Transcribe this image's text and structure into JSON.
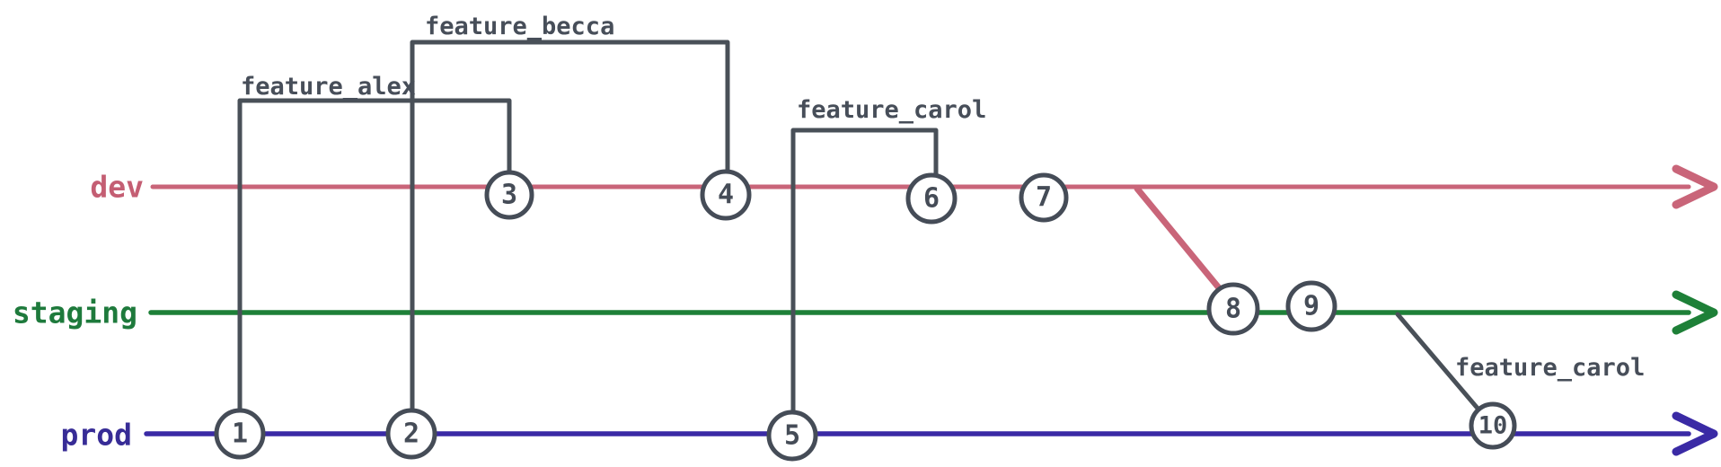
{
  "diagram": {
    "type": "git-branch-graph",
    "background": "#ffffff",
    "connector_color": "#495058",
    "branches": [
      {
        "name": "dev",
        "label_color": "#c45e73",
        "line_color": "#c96579"
      },
      {
        "name": "staging",
        "label_color": "#1e7a3c",
        "line_color": "#1e8038"
      },
      {
        "name": "prod",
        "label_color": "#372c96",
        "line_color": "#3a2aa5"
      }
    ],
    "feature_labels": [
      {
        "label": "feature_alex",
        "from_commit": "1",
        "to_commit": "3"
      },
      {
        "label": "feature_becca",
        "from_commit": "2",
        "to_commit": "4"
      },
      {
        "label": "feature_carol",
        "from_commit": "5",
        "to_commit": "6"
      },
      {
        "label": "feature_carol",
        "from_branch": "staging",
        "to_commit": "10"
      }
    ],
    "merges": [
      {
        "from_branch": "dev",
        "after_commit": "7",
        "to_commit": "8",
        "color": "#c96579"
      }
    ],
    "commits": [
      {
        "label": "1",
        "branch": "prod"
      },
      {
        "label": "2",
        "branch": "prod"
      },
      {
        "label": "3",
        "branch": "dev"
      },
      {
        "label": "4",
        "branch": "dev"
      },
      {
        "label": "5",
        "branch": "prod"
      },
      {
        "label": "6",
        "branch": "dev"
      },
      {
        "label": "7",
        "branch": "dev"
      },
      {
        "label": "8",
        "branch": "staging"
      },
      {
        "label": "9",
        "branch": "staging"
      },
      {
        "label": "10",
        "branch": "prod"
      }
    ]
  }
}
